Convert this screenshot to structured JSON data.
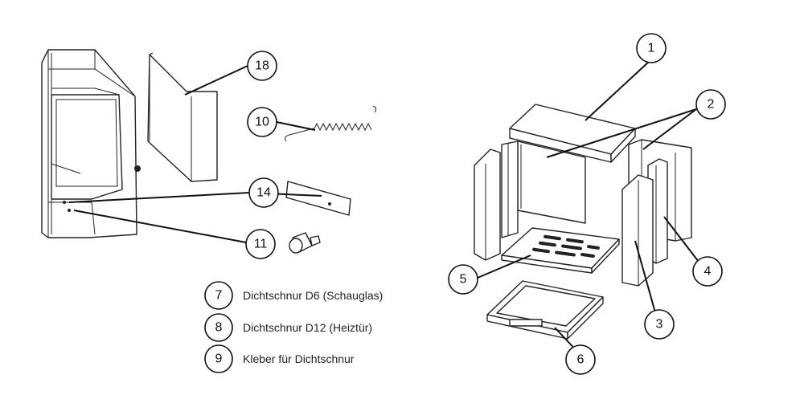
{
  "callouts": {
    "c1": "1",
    "c2": "2",
    "c3": "3",
    "c4": "4",
    "c5": "5",
    "c6": "6",
    "c10": "10",
    "c11": "11",
    "c14": "14",
    "c18": "18"
  },
  "legend": [
    {
      "number": "7",
      "text": "Dichtschnur D6 (Schauglas)"
    },
    {
      "number": "8",
      "text": "Dichtschnur D12 (Heiztür)"
    },
    {
      "number": "9",
      "text": "Kleber für Dichtschnur"
    }
  ]
}
